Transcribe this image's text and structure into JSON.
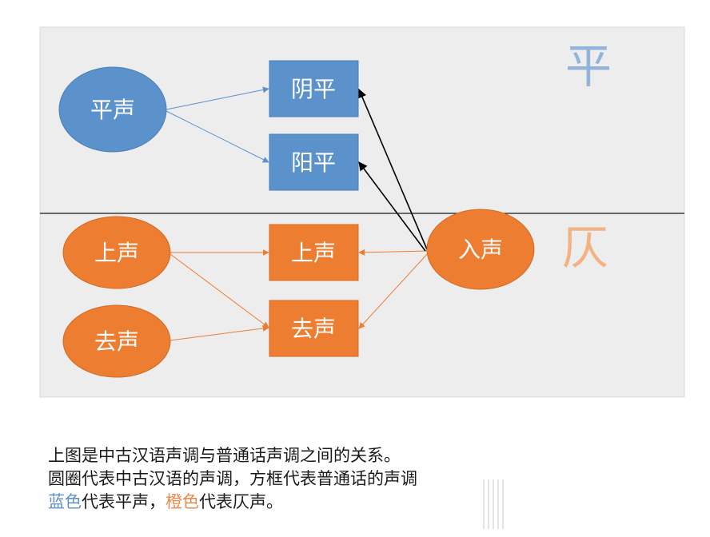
{
  "diagram": {
    "colors": {
      "panel_bg": "#EDEDED",
      "blue": "#5B92CC",
      "blue_light": "#93B4DA",
      "orange": "#ED7D31",
      "orange_light": "#F4B183",
      "arrow_dark": "#000000",
      "divider": "#1a1a1a"
    },
    "sections": {
      "ping_label": "平",
      "ze_label": "仄"
    },
    "middle_chinese": {
      "ping_sheng": "平声",
      "shang_sheng": "上声",
      "qu_sheng": "去声",
      "ru_sheng": "入声"
    },
    "mandarin": {
      "yin_ping": "阴平",
      "yang_ping": "阳平",
      "shang_sheng": "上声",
      "qu_sheng": "去声"
    }
  },
  "caption": {
    "line1": "上图是中古汉语声调与普通话声调之间的关系。",
    "line2": "圆圈代表中古汉语的声调，方框代表普通话的声调",
    "line3_blue": "蓝色",
    "line3_a": "代表平声，",
    "line3_orange": "橙色",
    "line3_b": "代表仄声。"
  }
}
